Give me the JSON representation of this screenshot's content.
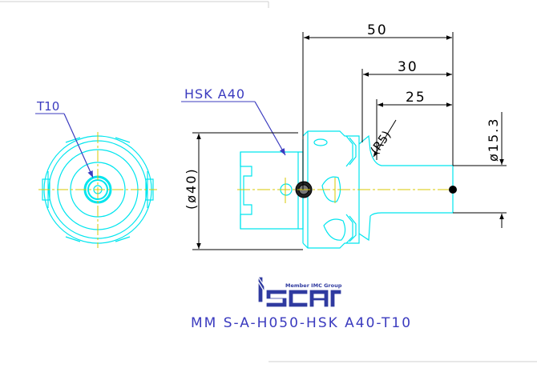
{
  "labels": {
    "t10": "T10",
    "hsk": "HSK A40",
    "dim_50": "50",
    "dim_30": "30",
    "dim_25": "25",
    "dim_r5": "(R5)",
    "dim_d40": "(ø40)",
    "dim_d15": "ø15.3"
  },
  "logo": {
    "tagline": "Member IMC Group",
    "brand": "ISCAR"
  },
  "part_code": "MM S-A-H050-HSK A40-T10",
  "colors": {
    "outline": "#00e5ee",
    "dimension": "#000000",
    "annotation": "#3b3bbf",
    "centerline": "#d9c800",
    "logo": "#2f3aa0"
  }
}
